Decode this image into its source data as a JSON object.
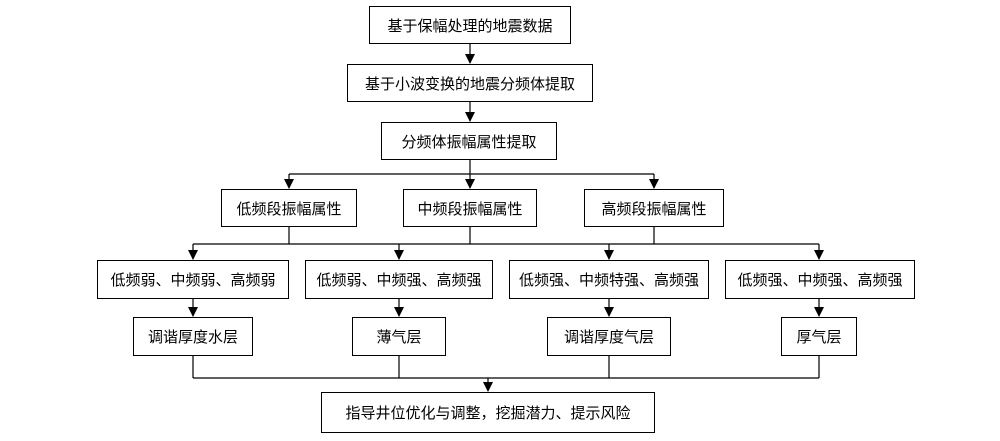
{
  "nodes": {
    "n1": "基于保幅处理的地震数据",
    "n2": "基于小波变换的地震分频体提取",
    "n3": "分频体振幅属性提取",
    "low_band": "低频段振幅属性",
    "mid_band": "中频段振幅属性",
    "high_band": "高频段振幅属性",
    "c1": "低频弱、中频弱、高频弱",
    "c2": "低频弱、中频强、高频强",
    "c3": "低频强、中频特强、高频强",
    "c4": "低频强、中频强、高频强",
    "r1": "调谐厚度水层",
    "r2": "薄气层",
    "r3": "调谐厚度气层",
    "r4": "厚气层",
    "final": "指导井位优化与调整，挖掘潜力、提示风险"
  }
}
